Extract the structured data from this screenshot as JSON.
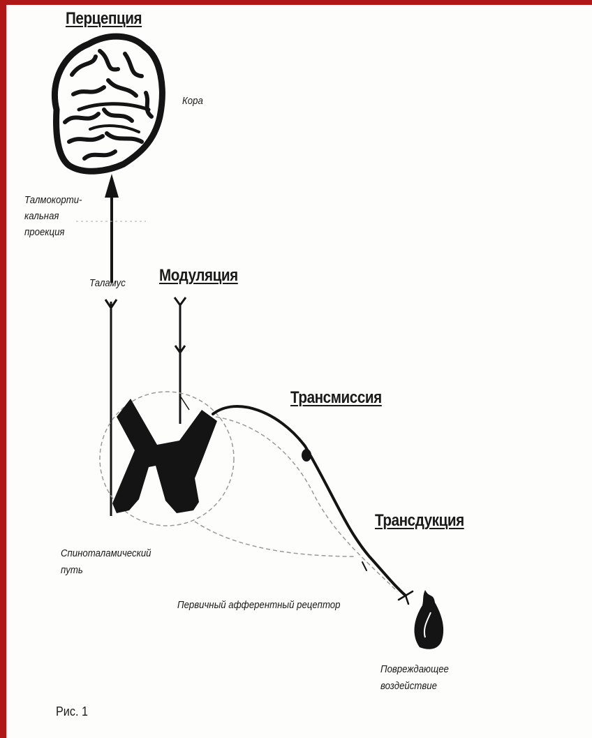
{
  "headings": {
    "perception": "Перцепция",
    "modulation": "Модуляция",
    "transmission": "Трансмиссия",
    "transduction": "Трансдукция"
  },
  "labels": {
    "cortex": "Кора",
    "thalamocortical_1": "Талмокорти-",
    "thalamocortical_2": "кальная",
    "thalamocortical_3": "проекция",
    "thalamus": "Таламус",
    "spinothalamic_1": "Спиноталамический",
    "spinothalamic_2": "путь",
    "primary_afferent": "Первичный афферентный рецептор",
    "damaging_1": "Повреждающее",
    "damaging_2": "воздействие"
  },
  "figure_caption": "Рис. 1",
  "colors": {
    "frame": "#b01818",
    "ink": "#141414",
    "paper": "#fdfdfb"
  }
}
